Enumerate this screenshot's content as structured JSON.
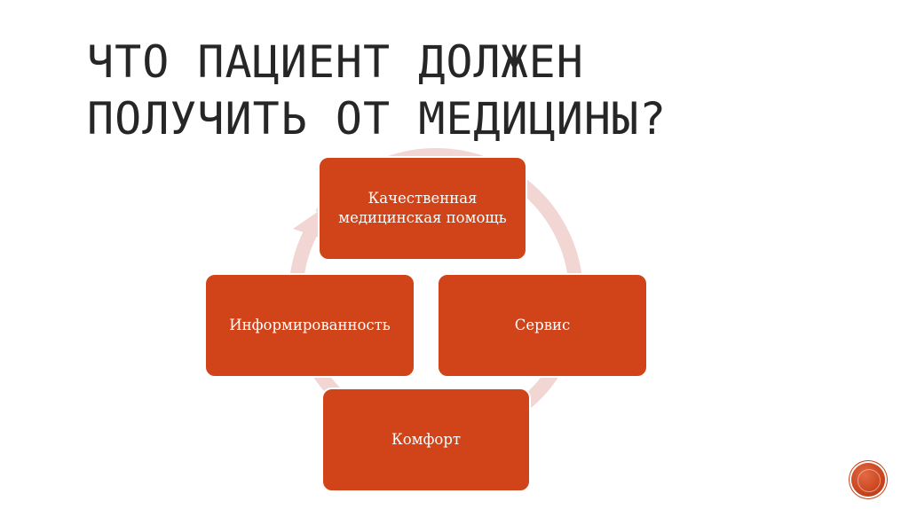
{
  "slide": {
    "title_line1": "Что пациент должен",
    "title_line2": "получить от медицины?"
  },
  "diagram": {
    "type": "cycle",
    "colors": {
      "node_fill": "#d14419",
      "node_text": "#ffffff",
      "arrow_ring": "#f2d6d3"
    },
    "nodes": [
      {
        "id": "top",
        "label_line1": "Качественная",
        "label_line2": "медицинская помощь"
      },
      {
        "id": "right",
        "label": "Сервис"
      },
      {
        "id": "bottom",
        "label": "Комфорт"
      },
      {
        "id": "left",
        "label": "Информированность"
      }
    ]
  },
  "nav": {
    "button_icon": "circle-nav-icon"
  }
}
